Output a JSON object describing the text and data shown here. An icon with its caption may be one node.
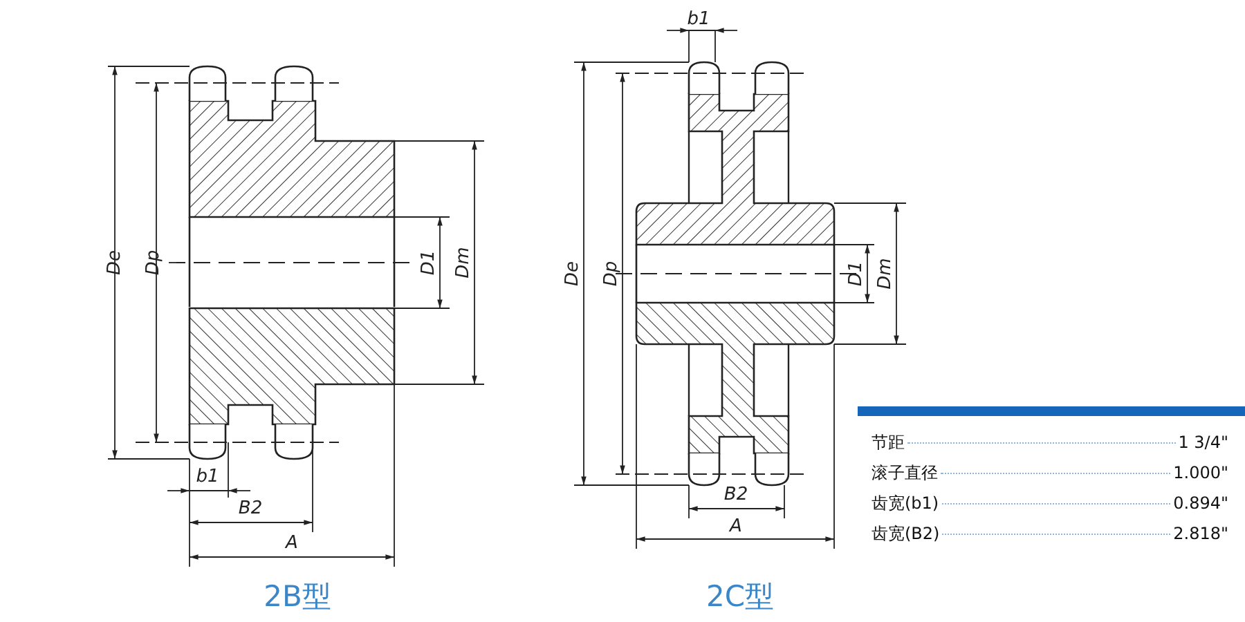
{
  "diagram": {
    "labels": [
      "De",
      "Dp",
      "D1",
      "Dm",
      "b1",
      "B2",
      "A",
      "2B型",
      "b1",
      "De",
      "Dp",
      "D1",
      "Dm",
      "B2",
      "A",
      "2C型",
      "节距",
      "1 3/4\"",
      "滚子直径",
      "1.000\"",
      "齿宽(b1)",
      "0.894\"",
      "齿宽(B2)",
      "2.818\""
    ]
  }
}
